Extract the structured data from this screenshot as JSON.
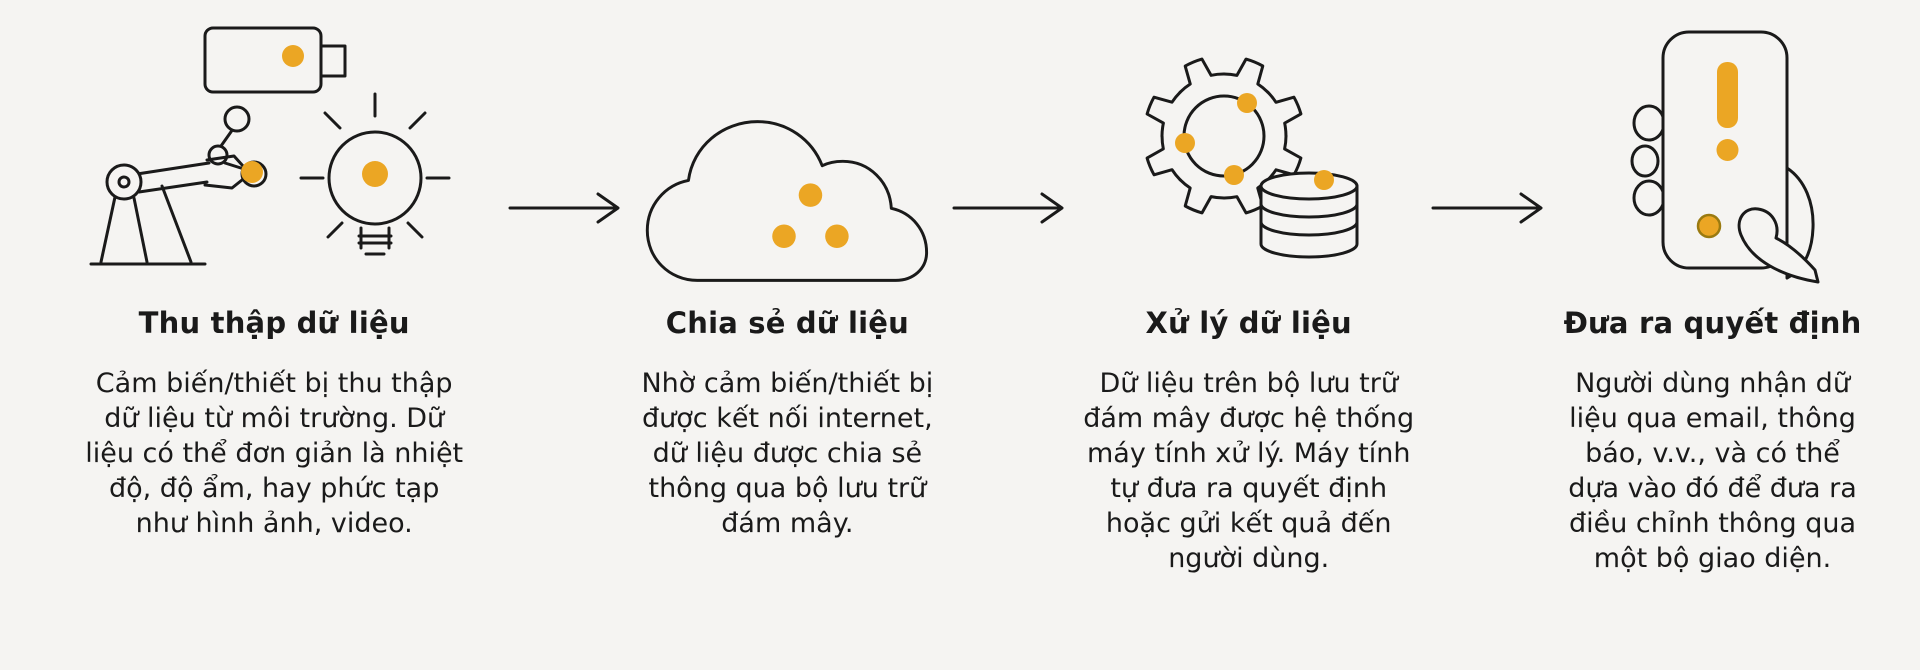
{
  "colors": {
    "bg": "#F5F4F2",
    "line": "#1A1A1A",
    "accent": "#EBA624"
  },
  "diagram": {
    "type": "process-flow",
    "language": "vi",
    "stages": [
      {
        "title": "Thu thập dữ liệu",
        "description": "Cảm biến/thiết bị thu thập dữ liệu từ môi trường. Dữ liệu có thể đơn giản là nhiệt độ, độ ẩm, hay phức tạp như hình ảnh, video.",
        "icons": [
          "camera-icon",
          "network-nodes-icon",
          "robot-arm-icon",
          "lightbulb-icon"
        ]
      },
      {
        "title": "Chia sẻ dữ liệu",
        "description": "Nhờ cảm biến/thiết bị được kết nối internet, dữ liệu được chia sẻ thông qua bộ lưu trữ đám mây.",
        "icons": [
          "cloud-icon"
        ]
      },
      {
        "title": "Xử lý dữ liệu",
        "description": "Dữ liệu trên bộ lưu trữ đám mây được hệ thống máy tính xử lý. Máy tính tự đưa ra quyết định hoặc gửi kết quả đến người dùng.",
        "icons": [
          "gear-icon",
          "database-icon"
        ]
      },
      {
        "title": "Đưa ra quyết định",
        "description": "Người dùng nhận dữ liệu qua email, thông báo, v.v., và có thể dựa vào đó để đưa ra điều chỉnh thông qua một bộ giao diện.",
        "icons": [
          "hand-icon",
          "phone-icon",
          "alert-exclamation-icon"
        ]
      }
    ],
    "connectors": [
      "flow-arrow",
      "flow-arrow",
      "flow-arrow"
    ]
  }
}
